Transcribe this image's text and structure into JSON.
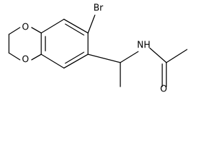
{
  "molecule": {
    "atom_labels": {
      "oxygen_top": "O",
      "oxygen_bottom": "O",
      "bromine": "Br",
      "amide_nitrogen": "NH",
      "carbonyl_oxygen": "O"
    }
  }
}
